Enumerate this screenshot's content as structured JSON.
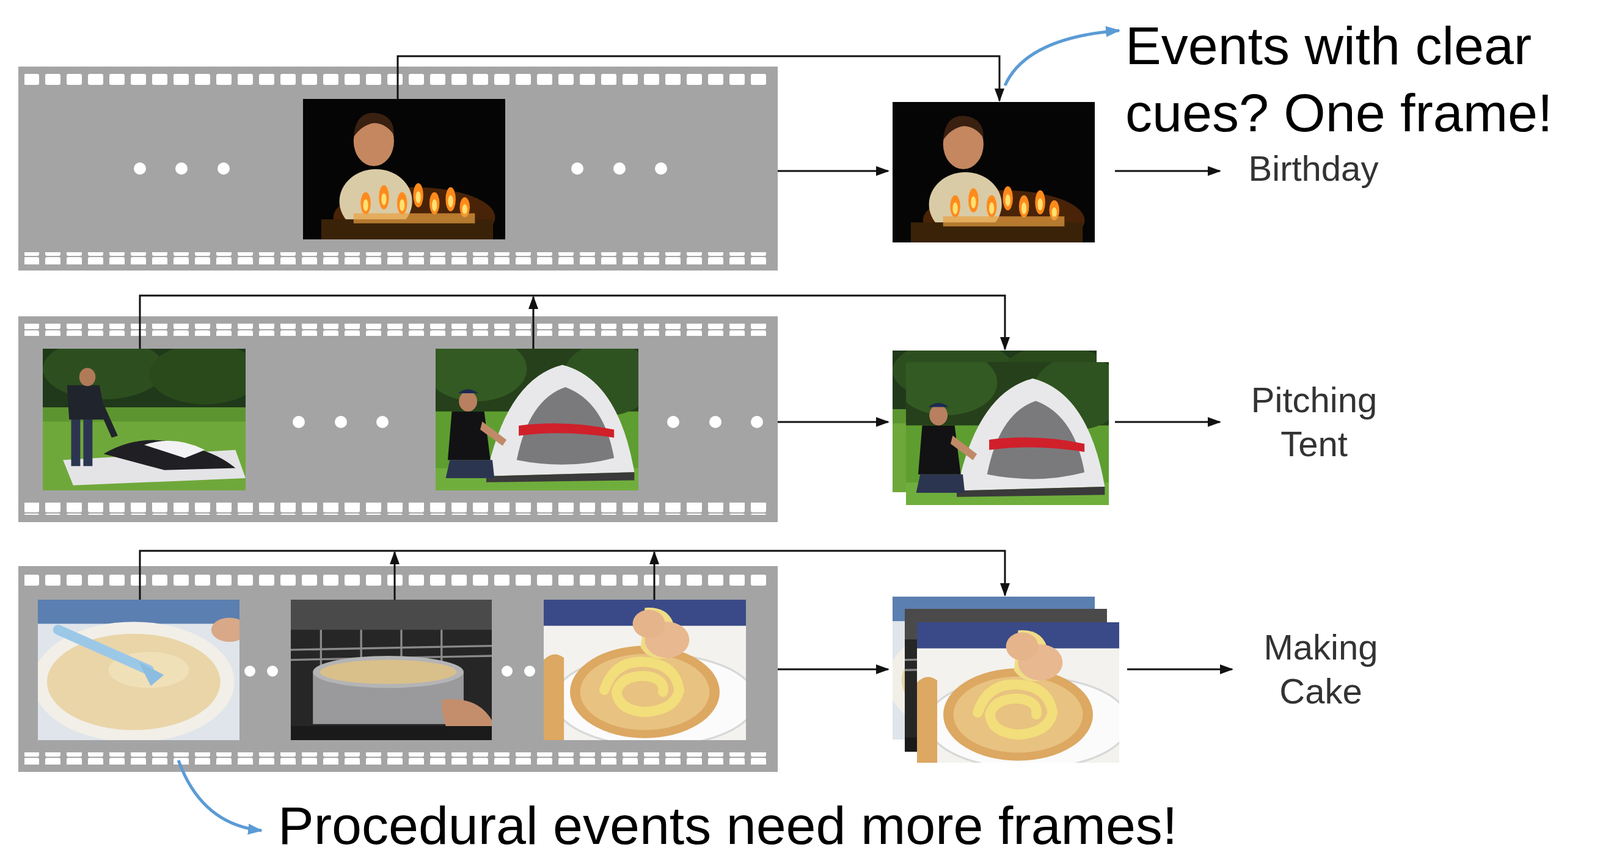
{
  "diagram": {
    "labels": [
      "Events with clear cues? One frame!",
      "Birthday",
      "Pitching Tent",
      "Making Cake",
      "Procedural events need more frames!"
    ]
  }
}
